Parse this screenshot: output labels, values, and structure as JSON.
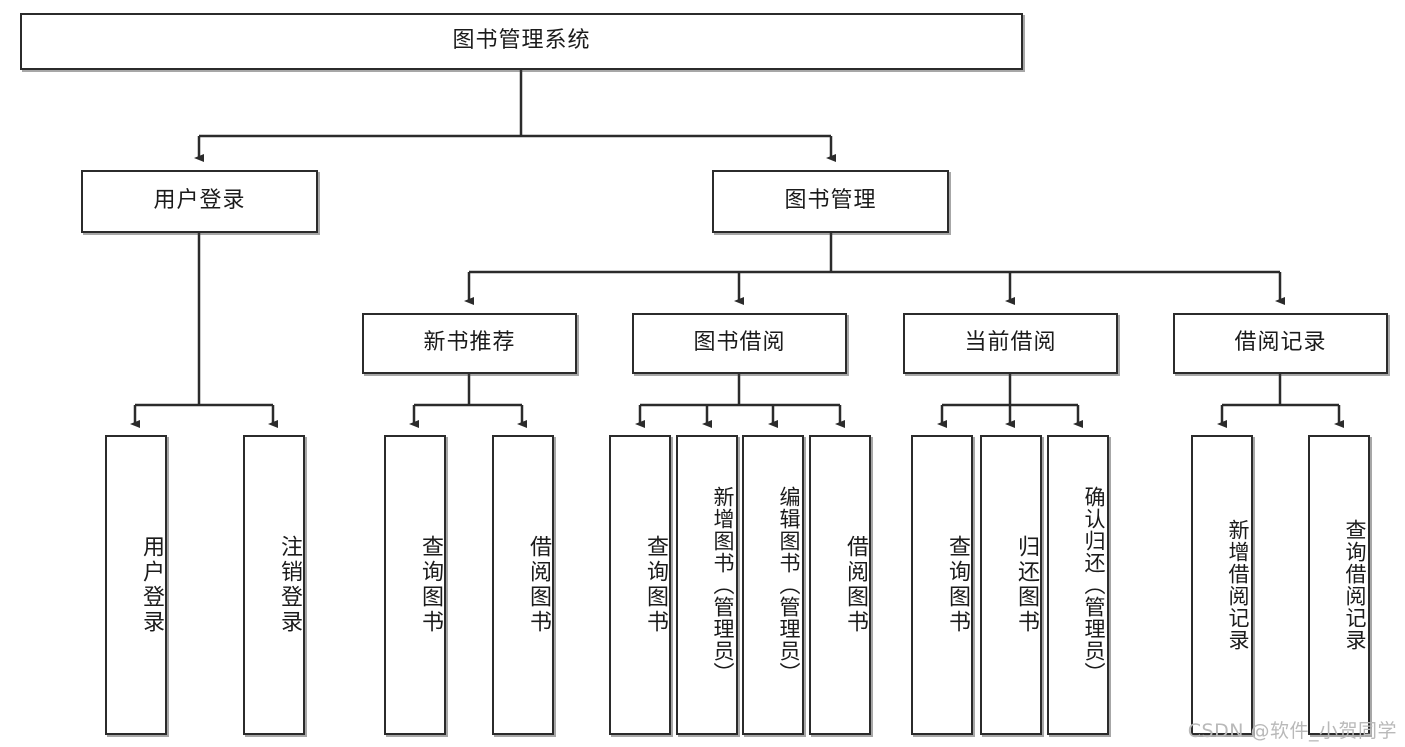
{
  "diagram": {
    "title_node": {
      "label": "图书管理系统"
    },
    "level2": [
      {
        "id": "user-login",
        "label": "用户登录"
      },
      {
        "id": "book-manage",
        "label": "图书管理"
      }
    ],
    "level3": [
      {
        "id": "new-book-recommend",
        "label": "新书推荐"
      },
      {
        "id": "book-borrow",
        "label": "图书借阅"
      },
      {
        "id": "current-borrow",
        "label": "当前借阅"
      },
      {
        "id": "borrow-record",
        "label": "借阅记录"
      }
    ],
    "leaves": {
      "user_login": [
        {
          "id": "leaf-user-login",
          "label": "用户登录"
        },
        {
          "id": "leaf-logout-login",
          "label": "注销登录"
        }
      ],
      "new_book_recommend": [
        {
          "id": "leaf-query-book-1",
          "label": "查询图书"
        },
        {
          "id": "leaf-borrow-book-1",
          "label": "借阅图书"
        }
      ],
      "book_borrow": [
        {
          "id": "leaf-query-book-2",
          "label": "查询图书"
        },
        {
          "id": "leaf-add-book",
          "label": "新增图书（管理员）"
        },
        {
          "id": "leaf-edit-book",
          "label": "编辑图书（管理员）"
        },
        {
          "id": "leaf-borrow-book-2",
          "label": "借阅图书"
        }
      ],
      "current_borrow": [
        {
          "id": "leaf-query-book-3",
          "label": "查询图书"
        },
        {
          "id": "leaf-return-book",
          "label": "归还图书"
        },
        {
          "id": "leaf-confirm-return",
          "label": "确认归还（管理员）"
        }
      ],
      "borrow_record": [
        {
          "id": "leaf-add-record",
          "label": "新增借阅记录"
        },
        {
          "id": "leaf-query-record",
          "label": "查询借阅记录"
        }
      ]
    }
  },
  "watermark": {
    "text": "CSDN @软件_小贺同学"
  },
  "colors": {
    "line": "#2b2b2b",
    "box_fill": "#ffffff",
    "text": "#1b1b1b",
    "watermark": "#b9b9b9"
  }
}
